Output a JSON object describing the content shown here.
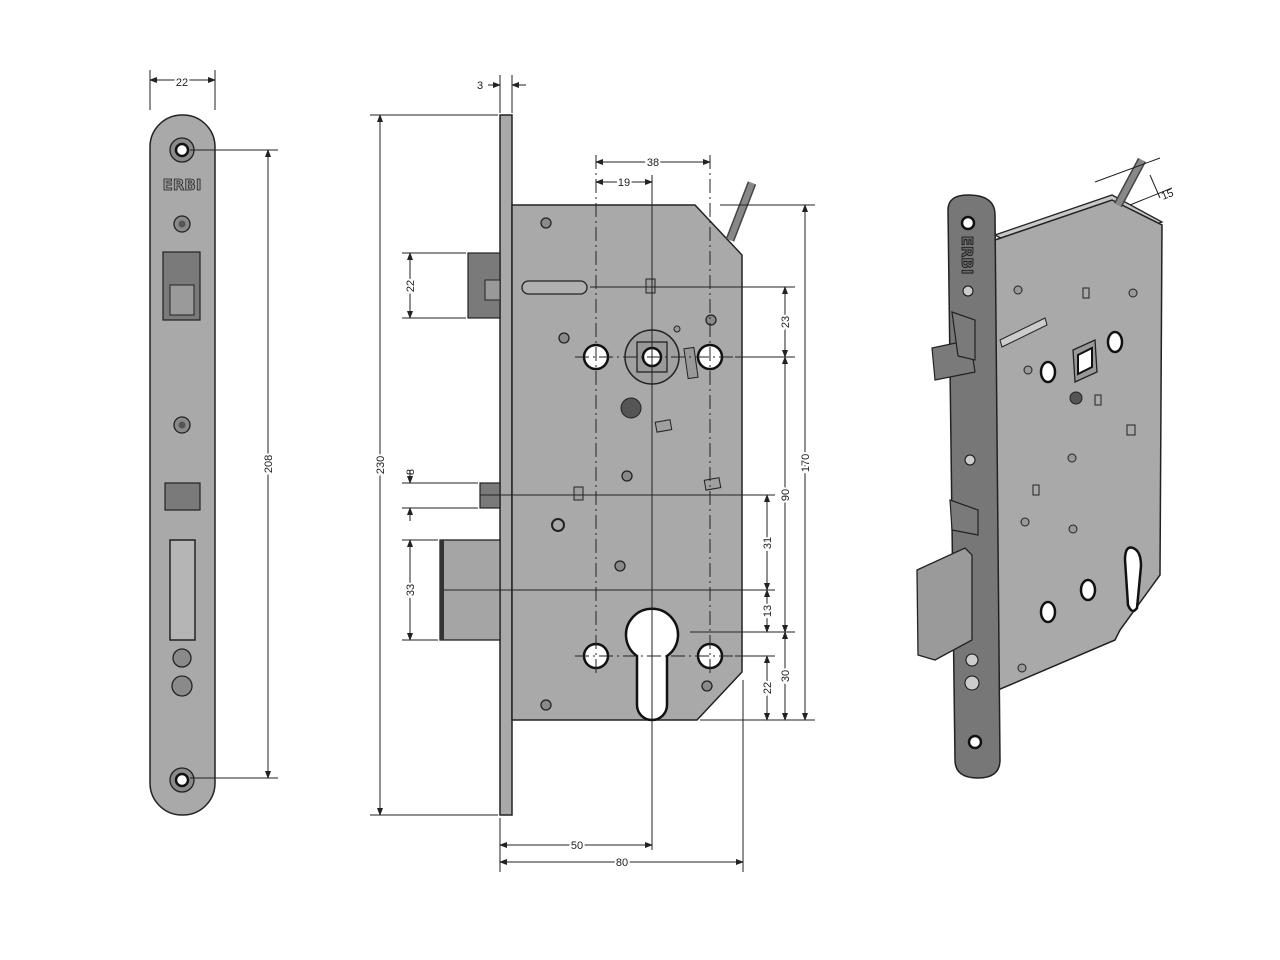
{
  "brand_logo": "ERBI",
  "front_view": {
    "width_dim": "22",
    "hole_spacing_dim": "208"
  },
  "side_view": {
    "faceplate_thickness_dim": "3",
    "total_height_dim": "230",
    "latch_height_dim": "22",
    "aux_latch_dim": "8",
    "deadbolt_height_dim": "33",
    "hole_spacing_dim": "38",
    "half_spacing_dim": "19",
    "spindle_offset_dim": "23",
    "case_height_dim": "170",
    "center_distance_dim": "90",
    "bolt_to_aux_dim": "31",
    "bolt_to_cylinder_dim": "13",
    "cylinder_to_bottom_dim": "30",
    "hole_to_bottom_dim": "22",
    "backset_dim": "50",
    "case_depth_dim": "80"
  },
  "iso_view": {
    "cable_dim": "15"
  }
}
